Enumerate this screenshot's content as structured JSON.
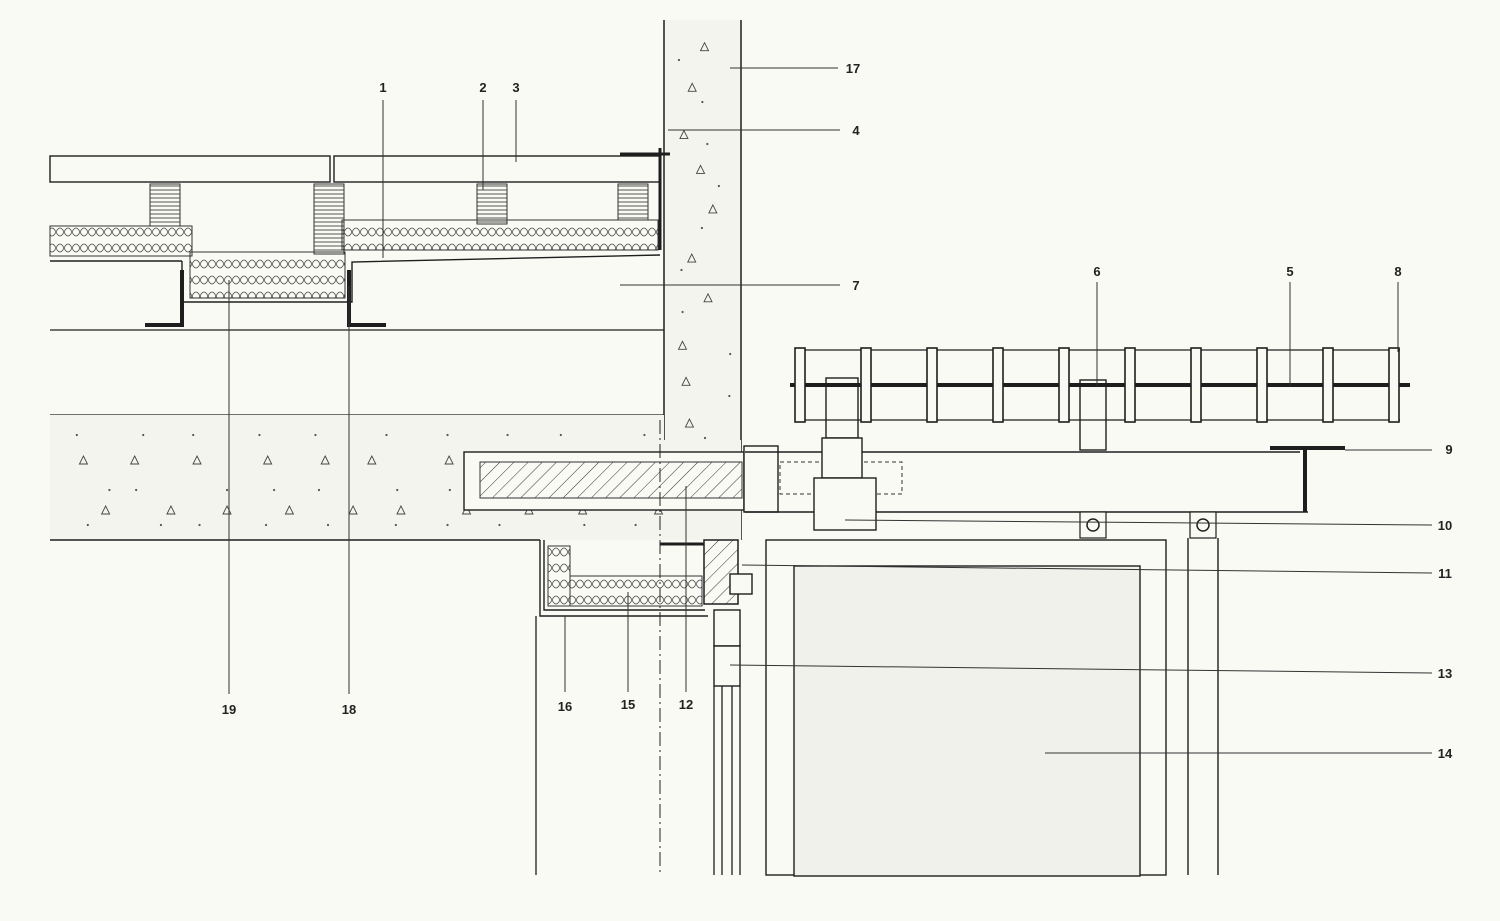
{
  "diagram": {
    "labels": [
      "1",
      "2",
      "3",
      "4",
      "5",
      "6",
      "7",
      "8",
      "9",
      "10",
      "11",
      "12",
      "13",
      "14",
      "15",
      "16",
      "17",
      "18",
      "19"
    ]
  },
  "colors": {
    "paper": "#f9faf4",
    "ink": "#1e1e1e",
    "concrete": "#f3f4ee",
    "glass": "#f0f1eb"
  }
}
